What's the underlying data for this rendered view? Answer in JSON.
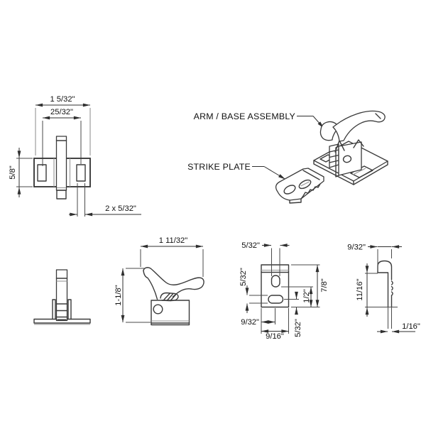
{
  "labels": {
    "arm_base_assembly": "ARM / BASE ASSEMBLY",
    "strike_plate": "STRIKE PLATE"
  },
  "base_top_view": {
    "width_outer": "1 5/32\"",
    "width_inner": "25/32\"",
    "height": "5/8\"",
    "slot_note": "2 x 5/32\""
  },
  "arm_side_view": {
    "width": "1 11/32\"",
    "height": "1-1/8\""
  },
  "strike_plate_top_view": {
    "slot_width": "5/32\"",
    "slot_height": "5/32\"",
    "slot_offset": "9/32\"",
    "width": "9/16\"",
    "hole_offset": "1/2\"",
    "height": "7/8\"",
    "slot_bottom_offset": "5/32\""
  },
  "strike_plate_side_view": {
    "hook_width": "9/32\"",
    "leg_height": "11/16\"",
    "thickness": "1/16\""
  },
  "colors": {
    "line": "#3a3a3a",
    "line_light": "#979797",
    "dimension_line": "#2f2f2f",
    "text": "#111111",
    "background": "#ffffff"
  }
}
